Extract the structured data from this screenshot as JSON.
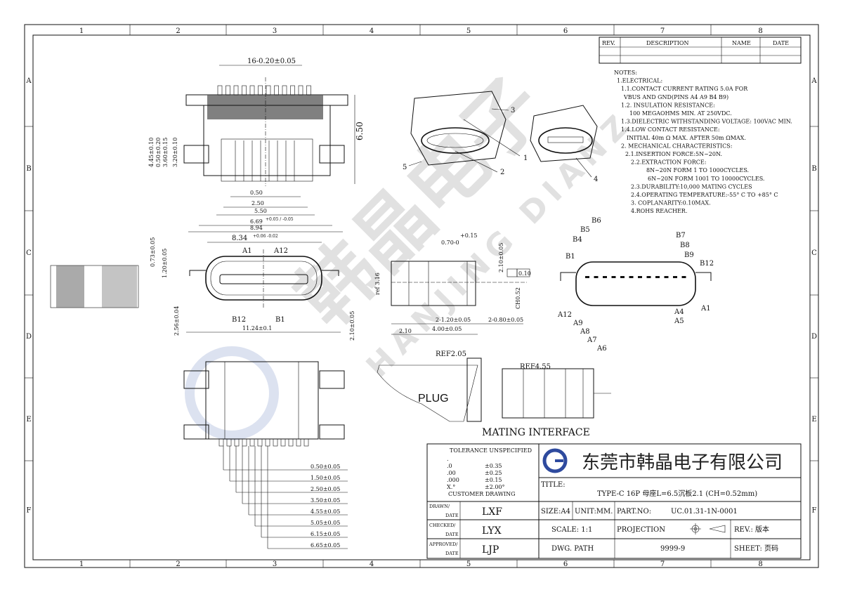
{
  "frame": {
    "columns": [
      "1",
      "2",
      "3",
      "4",
      "5",
      "6",
      "7",
      "8"
    ],
    "rows": [
      "A",
      "B",
      "C",
      "D",
      "E",
      "F"
    ]
  },
  "revision_table": {
    "headers": [
      "REV.",
      "DESCRIPTION",
      "NAME",
      "DATE"
    ]
  },
  "notes": [
    "NOTES:",
    "1.ELECTRICAL:",
    "1.1.CONTACT CURRENT RATING 5.0A FOR",
    "VBUS AND GND(PINS A4 A9 B4 B9)",
    "1.2.  INSULATION RESISTANCE:",
    "100 MEGAOHMS MIN. AT 250VDC.",
    "1.3.DIELECTRIC WITHSTANDING VOLTAGE:      100VAC MIN.",
    "1.4.LOW CONTACT RESISTANCE:",
    "INITIAL 40m   Ω  MAX. AFTER 50m      ΩMAX.",
    "2. MECHANICAL CHARACTERISTICS:",
    "2.1.INSERTION FORCE:5N~20N.",
    "2.2.EXTRACTION FORCE:",
    "8N~20N FORM 1 TO 1000CYCLES.",
    "6N~20N FORM 1001 TO 10000CYCLES.",
    "2.3.DURABILITY:10,000 MATING CYCLES",
    "2.4.OPERATING TEMPERATURE:-55° C TO +85° C",
    "3.  COPLANARITY:0.10MAX.",
    "4.ROHS REACHER."
  ],
  "top_view": {
    "pitch": "16-0.20±0.05",
    "height": "6.50",
    "dims_left": [
      "4.45±0.10",
      "0.50±0.20",
      "3.60±0.15",
      "3.20±0.10"
    ],
    "dims_bottom": [
      "0.50",
      "2.50",
      "5.50",
      "6.69",
      "8.94"
    ],
    "tol_669": "+0.05 / -0.05"
  },
  "front_view": {
    "width_inner": "8.34",
    "width_inner_tol": "+0.06 -0.02",
    "width_outer": "11.24±0.1",
    "left_dims": [
      "0.73±0.05",
      "1.20±0.05",
      "2.56±0.04"
    ],
    "right_dim": "2.10±0.05",
    "pins": [
      "A1",
      "A12",
      "B12",
      "B1"
    ]
  },
  "side_view": {
    "dims": [
      "+0.15",
      "0.70-0",
      "2.10±0.05",
      "ref 3.16",
      "CH0.52",
      "2-1.20±0.05",
      "2-0.80±0.05",
      "2.10",
      "4.00±0.05"
    ],
    "flatness": "0.10"
  },
  "iso_callouts": [
    "1",
    "2",
    "3",
    "4",
    "5"
  ],
  "pin_view": {
    "top": [
      "B6",
      "B5",
      "B4",
      "B1",
      "B7",
      "B8",
      "B9",
      "B12"
    ],
    "bottom": [
      "A12",
      "A9",
      "A8",
      "A7",
      "A6",
      "A5",
      "A4",
      "A1"
    ]
  },
  "mating": {
    "plug": "PLUG",
    "ref1": "REF2.05",
    "ref2": "REF4.55",
    "label": "MATING INTERFACE"
  },
  "pad_dims": [
    "0.50±0.05",
    "1.50±0.05",
    "2.50±0.05",
    "3.50±0.05",
    "4.55±0.05",
    "5.05±0.05",
    "6.15±0.05",
    "6.65±0.05"
  ],
  "watermark": {
    "cn": "韩晶电子",
    "en": "HANJING DIANZ"
  },
  "title_block": {
    "tolerance_title": "TOLERANCE UNSPECIFIED",
    "tolerances": [
      {
        "k": ".",
        "v": ""
      },
      {
        "k": ".0",
        "v": "±0.35"
      },
      {
        "k": ".00",
        "v": "±0.25"
      },
      {
        "k": ".000",
        "v": "±0.15"
      },
      {
        "k": "X.°",
        "v": "±2.00°"
      }
    ],
    "customer": "CUSTOMER DRAWING",
    "company": "东莞市韩晶电子有限公司",
    "title_label": "TITLE:",
    "title": "TYPE-C 16P 母座L=6.5沉板2.1  (CH=0.52mm)",
    "drawn_label": "DRAWN/",
    "checked_label": "CHECKED/",
    "approved_label": "APPROVED/",
    "date_label": "DATE",
    "drawn": "LXF",
    "checked": "LYX",
    "approved": "LJP",
    "size": "SIZE:A4",
    "unit": "UNIT:MM.",
    "part_no_label": "PART.NO:",
    "part_no": "UC.01.31-1N-0001",
    "scale": "SCALE: 1:1",
    "projection": "PROJECTION",
    "rev": "REV.:  版本",
    "dwg": "DWG.    PATH",
    "dwg_no": "9999-9",
    "sheet": "SHEET:  页码"
  }
}
